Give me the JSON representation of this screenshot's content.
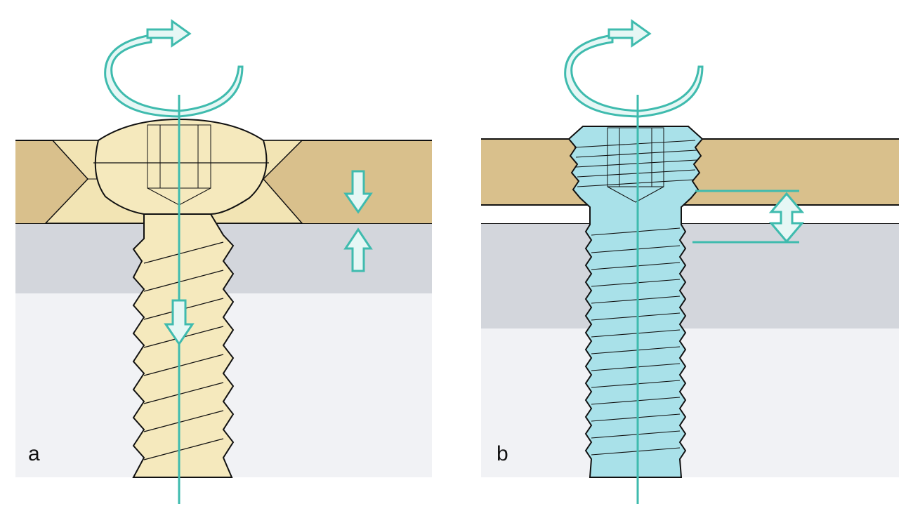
{
  "panels": [
    {
      "label": "a"
    },
    {
      "label": "b"
    }
  ],
  "colors": {
    "plate": "#d9c08c",
    "plate_edge": "#c9ac72",
    "bone_shadow": "#d3d6dc",
    "bone_light": "#f1f2f5",
    "screw_cortical": "#f5e9bd",
    "screw_locking": "#a9e1e9",
    "accent": "#3fbbae",
    "outline": "#111111"
  },
  "icons": [
    "rotation-arrow-icon",
    "compression-arrow-icon",
    "distance-arrow-icon",
    "axis-line"
  ]
}
